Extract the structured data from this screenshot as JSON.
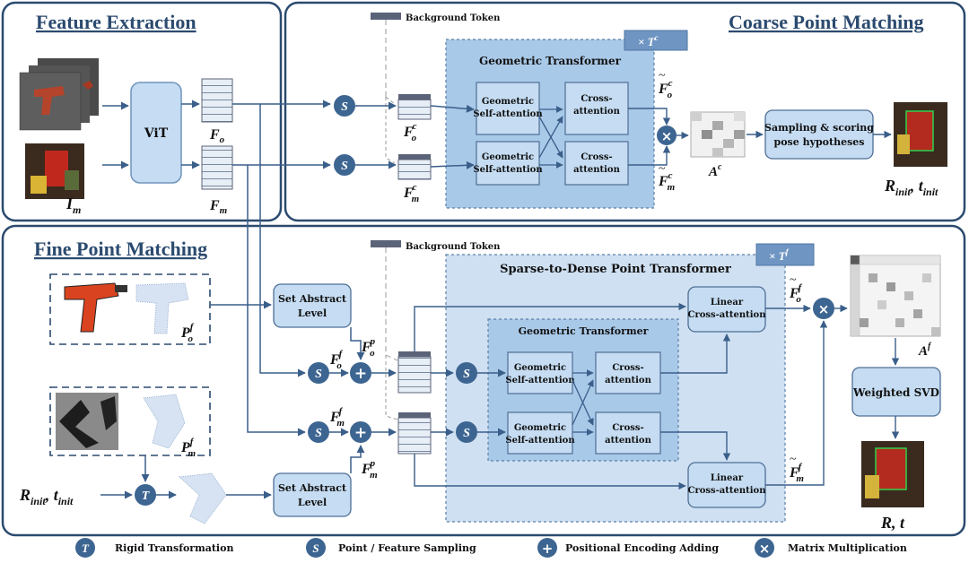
{
  "sections": {
    "feature_extraction": "Feature Extraction",
    "coarse": "Coarse Point Matching",
    "fine": "Fine Point Matching"
  },
  "feature": {
    "vit": "ViT",
    "fo": "F",
    "fo_sub": "o",
    "fm": "F",
    "fm_sub": "m",
    "im": "I",
    "im_sub": "m"
  },
  "coarse": {
    "background_token": "Background Token",
    "repeat": "× T",
    "repeat_sup": "c",
    "geo_transformer": "Geometric Transformer",
    "geo_self_line1": "Geometric",
    "geo_self_line2": "Self-attention",
    "cross_line1": "Cross-",
    "cross_line2": "attention",
    "foc": "F",
    "foc_sub": "o",
    "foc_sup": "c",
    "fmc": "F",
    "fmc_sub": "m",
    "fmc_sup": "c",
    "ac": "A",
    "ac_sup": "c",
    "sampling_line1": "Sampling & scoring",
    "sampling_line2": "pose hypotheses",
    "rinit": "R",
    "tinit": "t",
    "init_sub": "init"
  },
  "fine": {
    "background_token": "Background Token",
    "repeat": "× T",
    "repeat_sup": "f",
    "s2d_transformer": "Sparse-to-Dense Point Transformer",
    "geo_transformer": "Geometric Transformer",
    "set_abstract_line1": "Set Abstract",
    "set_abstract_line2": "Level",
    "geo_self_line1": "Geometric",
    "geo_self_line2": "Self-attention",
    "cross_line1": "Cross-",
    "cross_line2": "attention",
    "linear_line1": "Linear",
    "linear_line2": "Cross-attention",
    "weighted_svd": "Weighted SVD",
    "pof": "P",
    "pmf": "P",
    "f_sup": "f",
    "p_sup": "p",
    "sub_o": "o",
    "sub_m": "m",
    "af": "A",
    "r": "R",
    "t": "t"
  },
  "symbols": {
    "T": "T",
    "S": "S",
    "plus": "+",
    "times": "×"
  },
  "legend": {
    "rigid": "Rigid Transformation",
    "sampling": "Point / Feature Sampling",
    "positional": "Positional Encoding Adding",
    "matrix": "Matrix Multiplication"
  },
  "colors": {
    "frame": "#2b4a6f",
    "circle": "#3d6591",
    "box_fill": "#c5dcf2",
    "panel_fill": "#a9c9e8",
    "panel_inner": "#9ec0e3",
    "outer_fine": "#cfe0f2",
    "token_dark": "#5b6378",
    "arrow": "#3a5f8a"
  }
}
